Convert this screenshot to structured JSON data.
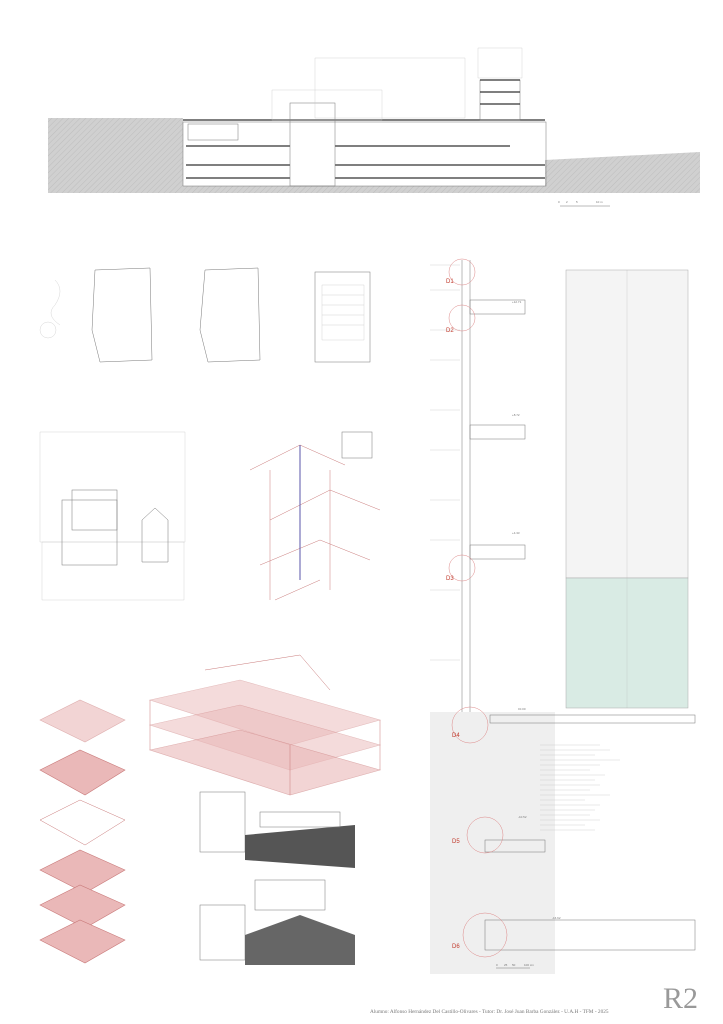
{
  "sheet": {
    "id": "R2"
  },
  "footer": {
    "text": "Alumno: Alfonso Hernández Del Castillo-Olivares -  Tutor: Dr. José Juan Barba González -  U.A.H -  TFM -  2025"
  },
  "section": {
    "scale_labels": [
      "0",
      "2",
      "5",
      "10 m"
    ]
  },
  "detail": {
    "callouts": [
      "D1",
      "D2",
      "D3",
      "D4",
      "D5",
      "D6"
    ],
    "levels": [
      "+12.71",
      "+8.72",
      "+4.33",
      "±0.00",
      "-10.52",
      "-16.62"
    ],
    "scale_labels": [
      "0",
      "25",
      "50",
      "100 cm"
    ]
  },
  "colors": {
    "accent_red": "#c0392b",
    "pink": "#eab8b8",
    "glass": "#d9ebe4",
    "terrain": "#cfcfcf"
  }
}
